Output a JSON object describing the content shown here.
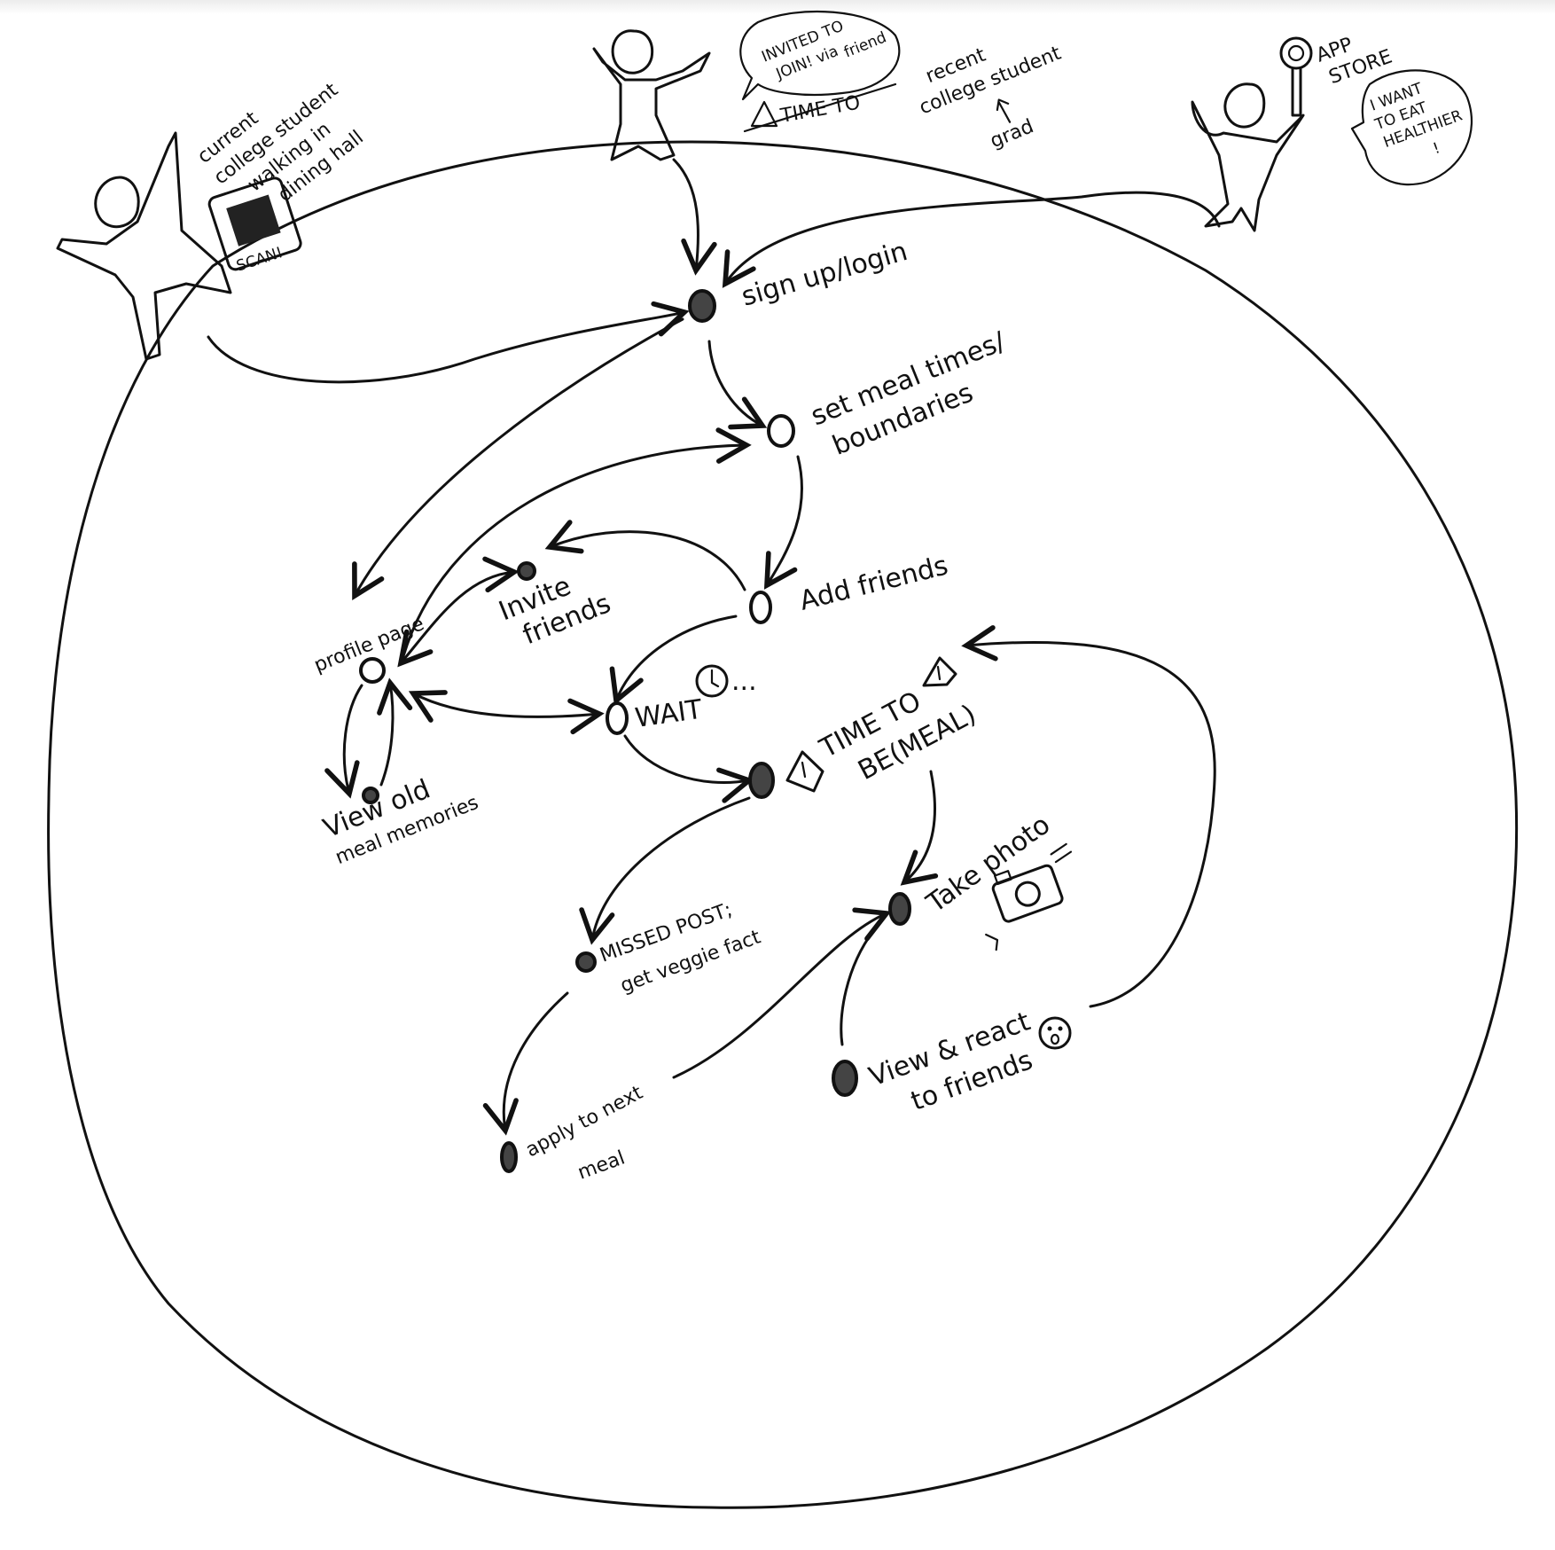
{
  "personas": {
    "student": [
      "current",
      "college student",
      "walking in",
      "dining hall"
    ],
    "student_scan": "SCAN!",
    "invited_bubble": [
      "INVITED TO",
      "JOIN! via",
      "friend"
    ],
    "invited_crossed": "TIME TO",
    "grad": [
      "recent",
      "college student",
      "grad"
    ],
    "app_store": [
      "APP",
      "STORE"
    ],
    "healthier_bubble": [
      "I WANT",
      "TO EAT",
      "HEALTHIER",
      "!"
    ]
  },
  "steps": {
    "sign_up": "sign up/login",
    "meal_times_1": "set meal times/",
    "meal_times_2": "boundaries",
    "add_friends": "Add friends",
    "invite_1": "Invite",
    "invite_2": "friends",
    "profile": "profile page",
    "memories_1": "View old",
    "memories_2": "meal memories",
    "wait": "WAIT",
    "wait_suffix": "...",
    "time_to_be_1": "TIME TO",
    "time_to_be_2": "BE(MEAL)",
    "take_photo": "Take photo",
    "missed_1": "MISSED POST;",
    "missed_2": "get veggie fact",
    "apply_1": "apply to next",
    "apply_2": "meal",
    "react_1": "View & react",
    "react_2": "to friends"
  },
  "icons": {
    "clock": "clock-icon",
    "warning": "warning-icon",
    "camera": "camera-icon",
    "surprised_face": "surprised-face-icon",
    "search": "search-icon",
    "qr": "qr-code-icon"
  }
}
